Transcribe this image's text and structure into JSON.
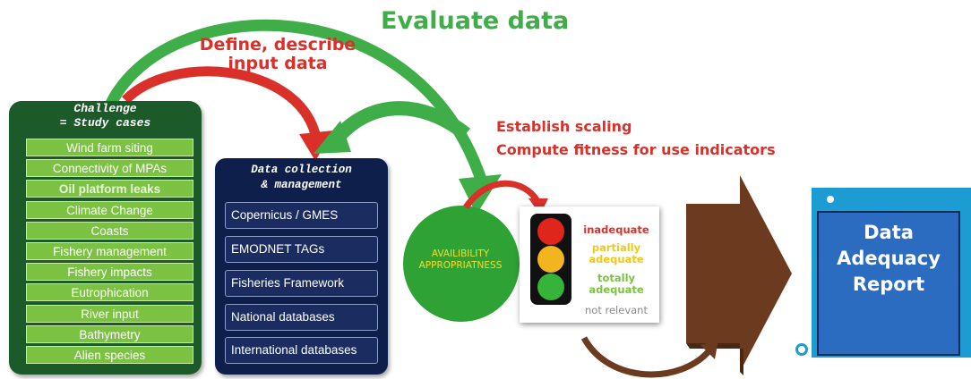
{
  "titles": {
    "evaluate": "Evaluate data",
    "define_line1": "Define, describe",
    "define_line2": "input data",
    "scaling": "Establish scaling",
    "fitness": "Compute fitness for use indicators"
  },
  "challenge": {
    "title_line1": "Challenge",
    "title_line2": "= Study cases",
    "items": [
      "Wind farm siting",
      "Connectivity of MPAs",
      "Oil platform leaks",
      "Climate Change",
      "Coasts",
      "Fishery management",
      "Fishery impacts",
      "Eutrophication",
      "River input",
      "Bathymetry",
      "Alien species"
    ]
  },
  "data_collection": {
    "title_line1": "Data collection",
    "title_line2": "& management",
    "items": [
      "Copernicus / GMES",
      "EMODNET TAGs",
      "Fisheries Framework",
      "National databases",
      "International databases"
    ]
  },
  "availability": {
    "line1": "AVAILIBILITY",
    "line2": "APPROPRIATNESS"
  },
  "traffic_light": {
    "inadequate": "inadequate",
    "partially_1": "partially",
    "partially_2": "adequate",
    "totally_1": "totally",
    "totally_2": "adequate",
    "not_relevant": "not relevant"
  },
  "report": {
    "line1": "Data",
    "line2": "Adequacy",
    "line3": "Report"
  },
  "colors": {
    "green_arrow": "#3fae49",
    "red_arrow": "#d9302a",
    "brown_arrow": "#6b3a1f",
    "challenge_bg": "#1d5a2a",
    "data_bg": "#0f1f4b",
    "report_blue": "#2c6cc0"
  }
}
